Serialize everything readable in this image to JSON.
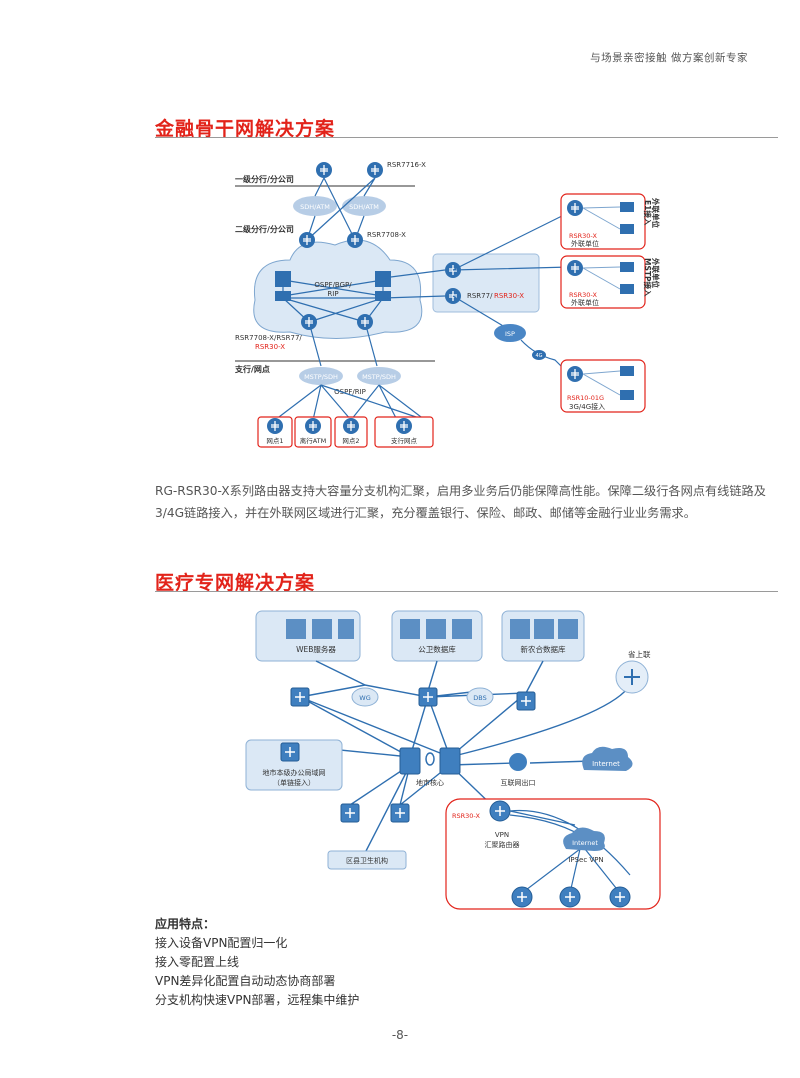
{
  "header": {
    "tagline": "与场景亲密接触  做方案创新专家"
  },
  "section1": {
    "title": "金融骨干网解决方案",
    "diagram": {
      "level1": "一级分行/分公司",
      "level2": "二级分行/分公司",
      "branch": "支行/网点",
      "rsr7716": "RSR7716-X",
      "rsr7708": "RSR7708-X",
      "sdh_atm": "SDH/ATM",
      "ospf": "OSPF/BGP/",
      "rip": "RIP",
      "rsr_combo_a": "RSR7708-X/RSR77/",
      "rsr_combo_b": "RSR30-X",
      "rsr77": "RSR77/",
      "rsr30_red": "RSR30-X",
      "mstp_sdh": "MSTP/SDH",
      "ospf_rip": "OSPF/RIP",
      "site1": "网点1",
      "self_atm": "离行ATM",
      "site2": "网点2",
      "village": "支行网点",
      "isp": "ISP",
      "lte": "4G",
      "ext_rsr30": "RSR30-X",
      "ext_unit": "外联单位",
      "e1_in": "E1接入",
      "mstp_in": "MSTP接入",
      "rsr10": "RSR10-01G",
      "g34_in": "3G/4G接入"
    },
    "paragraph": "RG-RSR30-X系列路由器支持大容量分支机构汇聚，启用多业务后仍能保障高性能。保障二级行各网点有线链路及3/4G链路接入，并在外联网区域进行汇聚，充分覆盖银行、保险、邮政、邮储等金融行业业务需求。"
  },
  "section2": {
    "title": "医疗专网解决方案",
    "diagram": {
      "web": "WEB服务器",
      "gongwei": "公卫数据库",
      "xinnonghe": "新农合数据库",
      "province": "省上联",
      "wg": "WG",
      "dbs": "DBS",
      "county": "地市本级办公局域网",
      "county2": "（单链接入）",
      "core": "地市核心",
      "internet_exit": "互联网出口",
      "internet": "Internet",
      "rsr30": "RSR30-X",
      "vpn": "VPN",
      "vpn_router": "汇聚路由器",
      "internet2": "Internet",
      "ipsec": "IPSec VPN",
      "district": "区县卫生机构"
    },
    "features_title": "应用特点：",
    "features": [
      "接入设备VPN配置归一化",
      "接入零配置上线",
      "VPN差异化配置自动动态协商部署",
      "分支机构快速VPN部署，远程集中维护"
    ]
  },
  "footer": {
    "page": "-8-"
  }
}
